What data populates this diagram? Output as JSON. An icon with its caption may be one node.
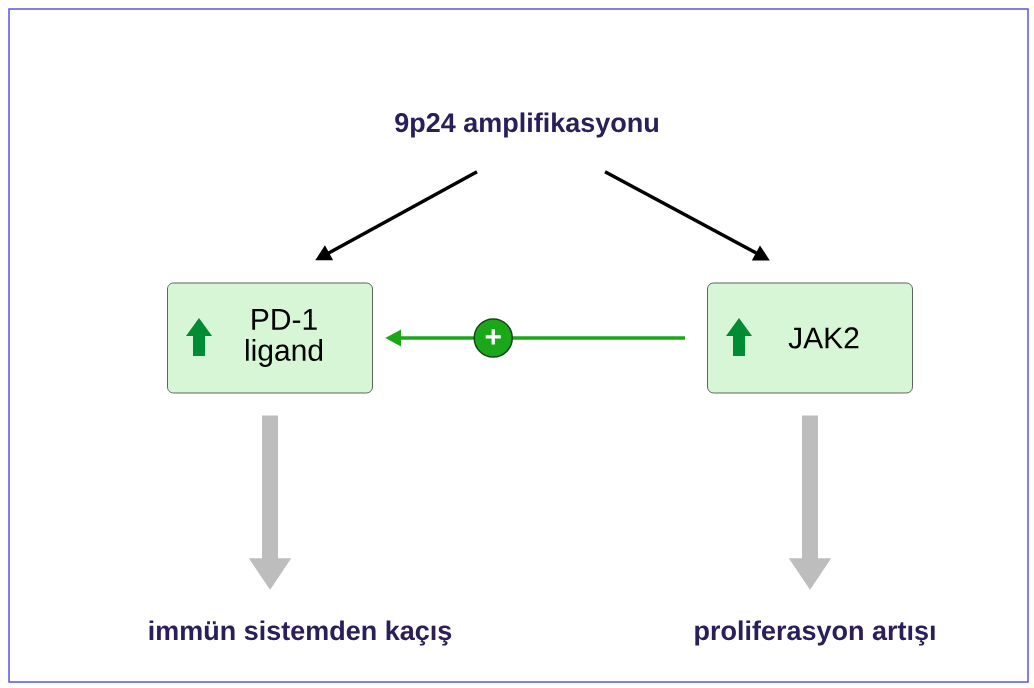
{
  "diagram": {
    "nodes": [
      {
        "text": [
          "9p24 amplifikasyonu"
        ]
      },
      {
        "text": [
          "PD-1 ligand"
        ]
      },
      {
        "text": [
          "JAK2"
        ]
      },
      {
        "text": [
          "immün sistemden kaçış"
        ]
      },
      {
        "text": [
          "proliferasyon artışı"
        ]
      }
    ],
    "edges": [
      {
        "from": 0,
        "to": 1,
        "arrow": "to"
      },
      {
        "from": 0,
        "to": 2,
        "arrow": "to"
      },
      {
        "from": 2,
        "to": 1,
        "arrow": "to",
        "label": "+",
        "color": "#1aa81a"
      },
      {
        "from": 1,
        "to": 3,
        "arrow": "to",
        "style": "thick",
        "color": "#bdbdbd"
      },
      {
        "from": 2,
        "to": 4,
        "arrow": "to",
        "style": "thick",
        "color": "#bdbdbd"
      }
    ]
  }
}
